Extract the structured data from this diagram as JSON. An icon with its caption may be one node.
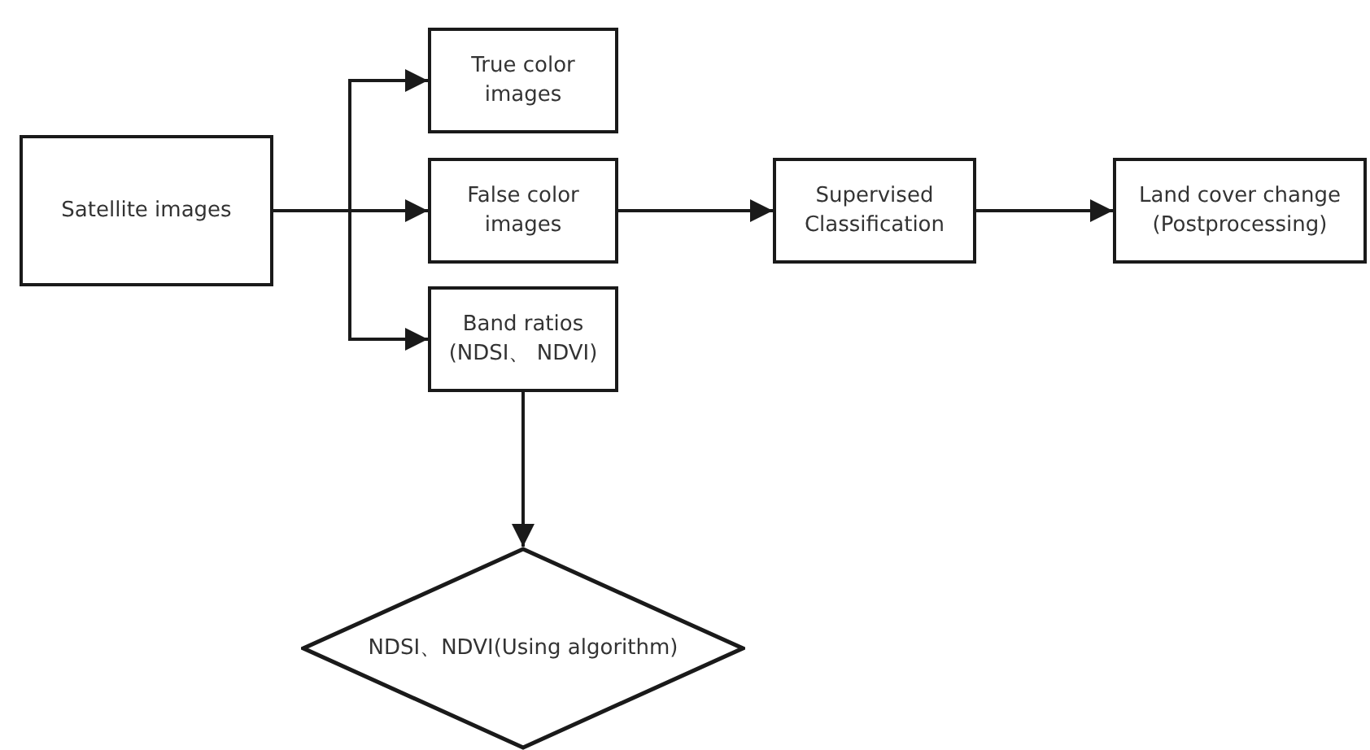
{
  "diagram": {
    "nodes": [
      {
        "text": [
          "Satellite images"
        ]
      },
      {
        "text": [
          "True color images"
        ]
      },
      {
        "text": [
          "False color images"
        ]
      },
      {
        "text": [
          "Band ratios (NDSI、 NDVI)"
        ]
      },
      {
        "text": [
          "Supervised Classification"
        ]
      },
      {
        "text": [
          "Land cover change (Postprocessing)"
        ]
      },
      {
        "text": [
          "NDSI、NDVI(Using algorithm)"
        ]
      }
    ],
    "edges": [
      {
        "from": 0,
        "to": 1,
        "arrow": "to"
      },
      {
        "from": 0,
        "to": 2,
        "arrow": "to"
      },
      {
        "from": 0,
        "to": 3,
        "arrow": "to"
      },
      {
        "from": 2,
        "to": 4,
        "arrow": "to"
      },
      {
        "from": 4,
        "to": 5,
        "arrow": "to"
      },
      {
        "from": 3,
        "to": 6,
        "arrow": "to"
      }
    ]
  }
}
